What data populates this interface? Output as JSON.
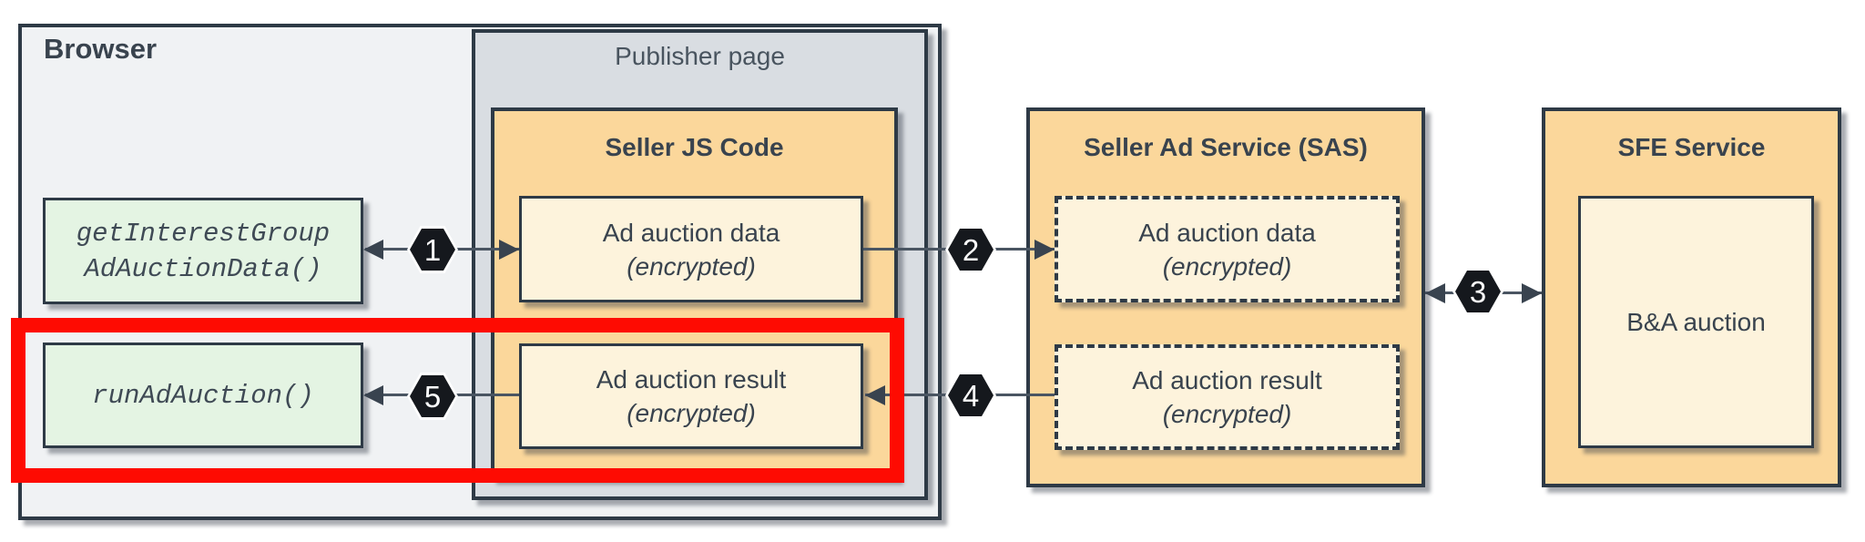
{
  "colors": {
    "border_dark": "#2e3a46",
    "browser_fill": "#f0f2f4",
    "publisher_fill": "#d9dde2",
    "service_fill": "#fbd79b",
    "inner_box_fill": "#fdf3dc",
    "api_box_fill": "#e4f4e3",
    "highlight_red": "#fe0b02",
    "badge_fill": "#15181d",
    "badge_text": "#ffffff",
    "connector": "#4a5562",
    "text": "#39434e"
  },
  "browser": {
    "label": "Browser"
  },
  "publisher": {
    "label": "Publisher page"
  },
  "browser_apis": [
    {
      "line1": "getInterestGroup",
      "line2": "AdAuctionData()"
    },
    {
      "line1": "runAdAuction()"
    }
  ],
  "seller_js": {
    "title": "Seller JS Code",
    "boxes": [
      {
        "title": "Ad auction data",
        "subtitle": "(encrypted)"
      },
      {
        "title": "Ad auction result",
        "subtitle": "(encrypted)"
      }
    ]
  },
  "seller_ad_service": {
    "title": "Seller Ad Service (SAS)",
    "boxes": [
      {
        "title": "Ad auction data",
        "subtitle": "(encrypted)"
      },
      {
        "title": "Ad auction result",
        "subtitle": "(encrypted)"
      }
    ]
  },
  "sfe_service": {
    "title": "SFE Service",
    "box": {
      "title": "B&A auction"
    }
  },
  "step_badges": [
    "1",
    "2",
    "3",
    "4",
    "5"
  ]
}
